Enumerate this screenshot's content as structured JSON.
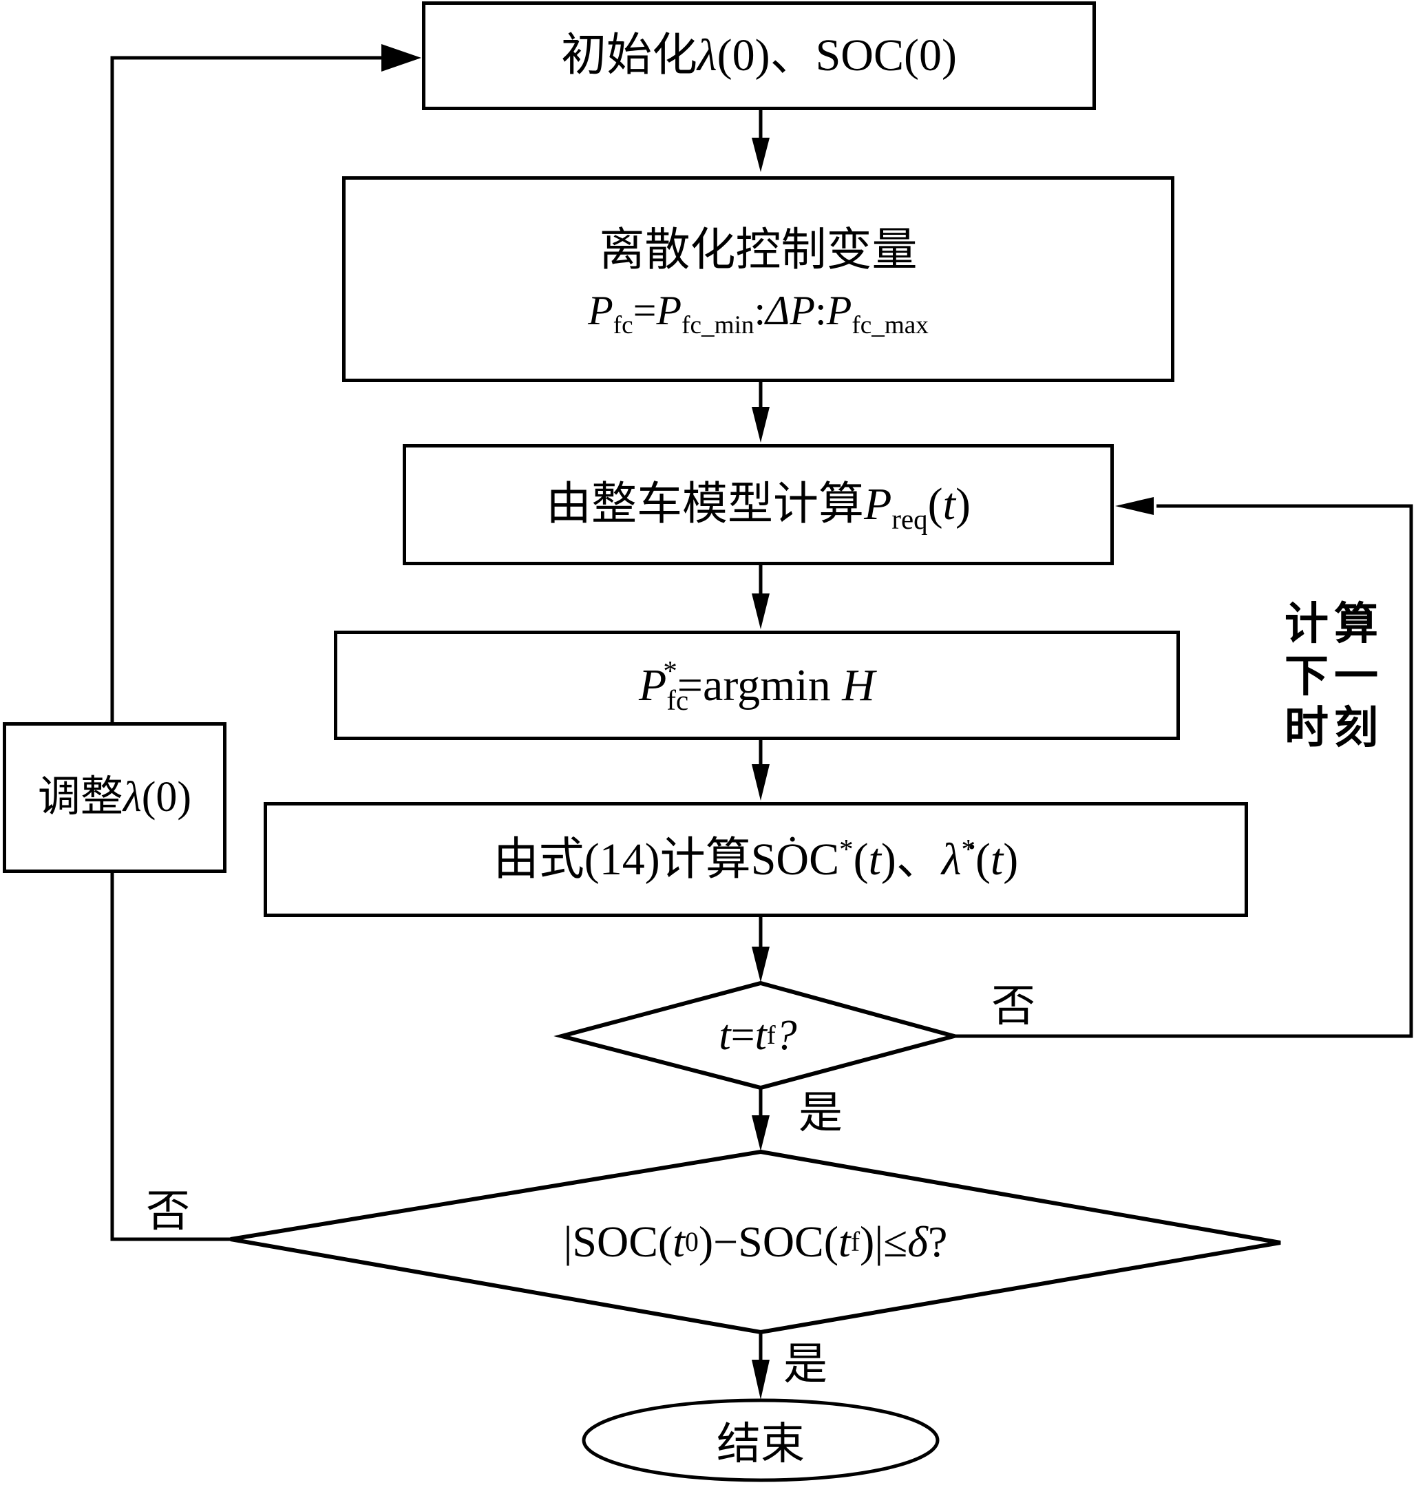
{
  "flowchart": {
    "init": {
      "prefix": "初始化",
      "lambda": "λ",
      "suffix": "(0)、SOC(0)"
    },
    "discretize": {
      "title": "离散化控制变量",
      "formula": {
        "P": "P",
        "fc": "fc",
        "eq": "=",
        "P_min": "P",
        "fc_min": "fc_min",
        "colon1": ":",
        "dP": "ΔP",
        "colon2": ":",
        "P_max": "P",
        "fc_max": "fc_max"
      }
    },
    "compute_preq": {
      "prefix": "由整车模型计算",
      "P": "P",
      "sub": "req",
      "open": "(",
      "t": "t",
      "close": ")"
    },
    "argmin": {
      "P": "P",
      "sub": "fc",
      "sup": "*",
      "rest": "=argmin ",
      "H": "H"
    },
    "compute_soc": {
      "prefix": "由式(14)计算S",
      "Odot": "Ȯ",
      "C": "C",
      "sup1": "*",
      "t1_open": "(",
      "t1": "t",
      "t1_close": ")、",
      "lambda_dot": "λ̇",
      "sup2": "*",
      "t2_open": "(",
      "t2": "t",
      "t2_close": ")"
    },
    "decision_time": {
      "t": "t",
      "eq": "=",
      "tf": "t",
      "f": "f",
      "q": "?"
    },
    "decision_soc": {
      "open": "|SOC(",
      "t0": "t",
      "zero": "0",
      "mid": ")−SOC(",
      "tf": "t",
      "f": "f",
      "close": ")|≤",
      "delta": "δ",
      "q": "?"
    },
    "end": "结束",
    "adjust": {
      "prefix": "调整",
      "lambda": "λ",
      "suffix": "(0)"
    },
    "labels": {
      "no_time": "否",
      "yes_time": "是",
      "no_soc": "否",
      "yes_soc": "是",
      "next_step": [
        "计算",
        "下一",
        "时刻"
      ]
    }
  }
}
